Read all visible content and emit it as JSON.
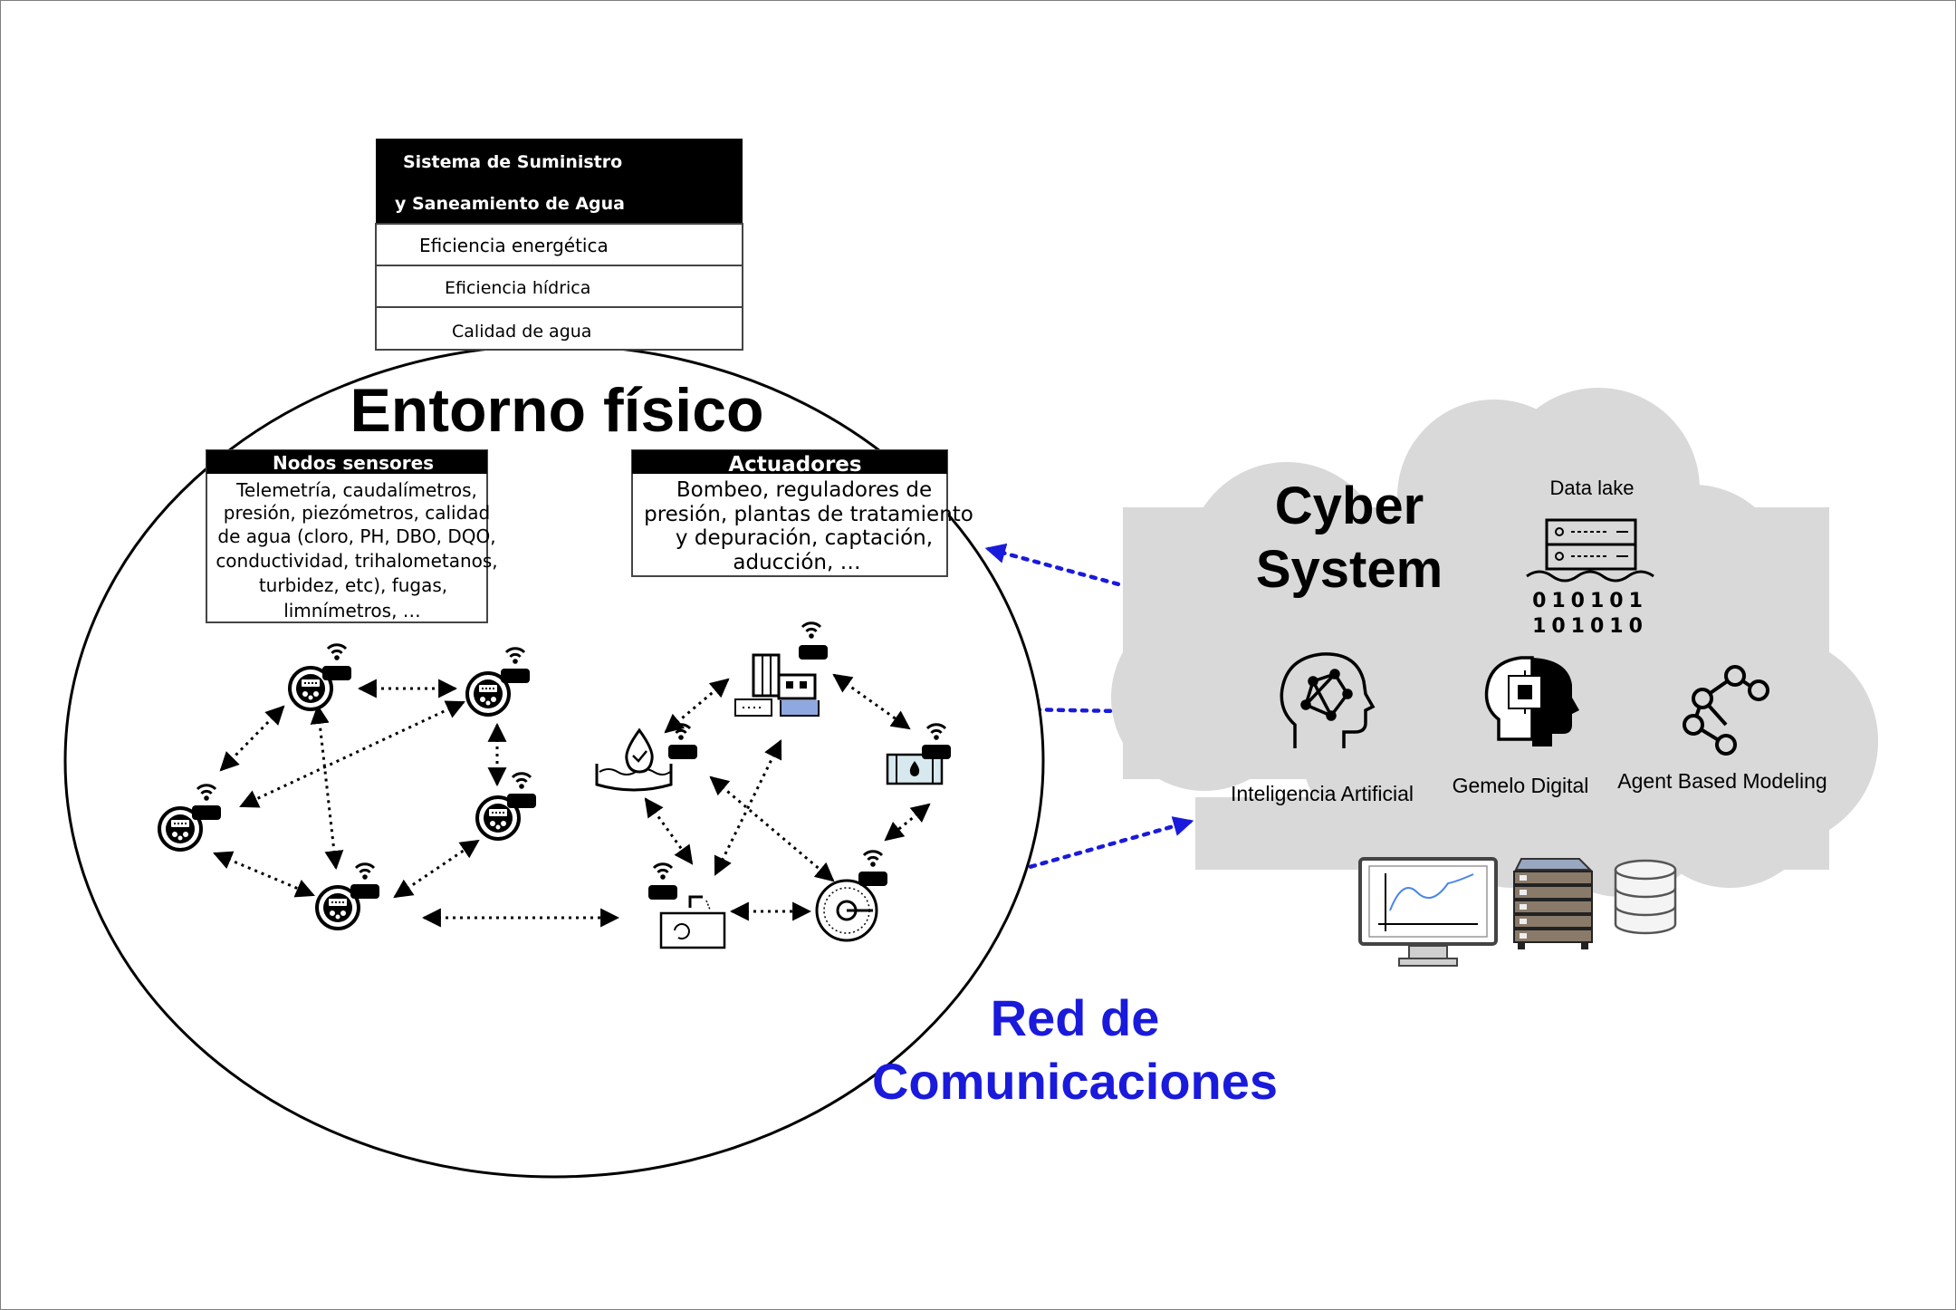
{
  "system_table": {
    "header": [
      "Sistema de Suministro",
      "y Saneamiento de Agua"
    ],
    "rows": [
      "Eficiencia energética",
      "Eficiencia hídrica",
      "Calidad de agua"
    ]
  },
  "physical": {
    "title": "Entorno físico",
    "sensors": {
      "title": "Nodos sensores",
      "lines": [
        "Telemetría, caudalímetros,",
        "presión, piezómetros, calidad",
        "de agua (cloro, PH, DBO, DQO,",
        "conductividad, trihalometanos,",
        "turbidez, etc), fugas,",
        "limnímetros, …"
      ]
    },
    "actuators": {
      "title": "Actuadores",
      "lines": [
        "Bombeo, reguladores de",
        "presión, plantas de tratamiento",
        "y depuración, captación,",
        "aducción, …"
      ]
    }
  },
  "cyber": {
    "title": [
      "Cyber",
      "System"
    ],
    "data_lake": "Data lake",
    "binary": [
      "010101",
      "101010"
    ],
    "ai": "Inteligencia Artificial",
    "twin": "Gemelo Digital",
    "abm": "Agent Based Modeling"
  },
  "network": {
    "title": [
      "Red de",
      "Comunicaciones"
    ]
  },
  "colors": {
    "network": "#1a1adc",
    "cloud": "#d9d9d9",
    "twin_accent": "#8fa8e0",
    "server": "#8a7a6a"
  },
  "icons": [
    "water-meter-icon",
    "wifi-icon",
    "reservoir-icon",
    "treatment-plant-icon",
    "valve-icon",
    "pump-icon",
    "water-treatment-icon",
    "server-rack-icon",
    "brain-network-icon",
    "digital-twin-head-icon",
    "graph-network-icon",
    "monitor-chart-icon",
    "server-stack-icon",
    "database-icon"
  ]
}
